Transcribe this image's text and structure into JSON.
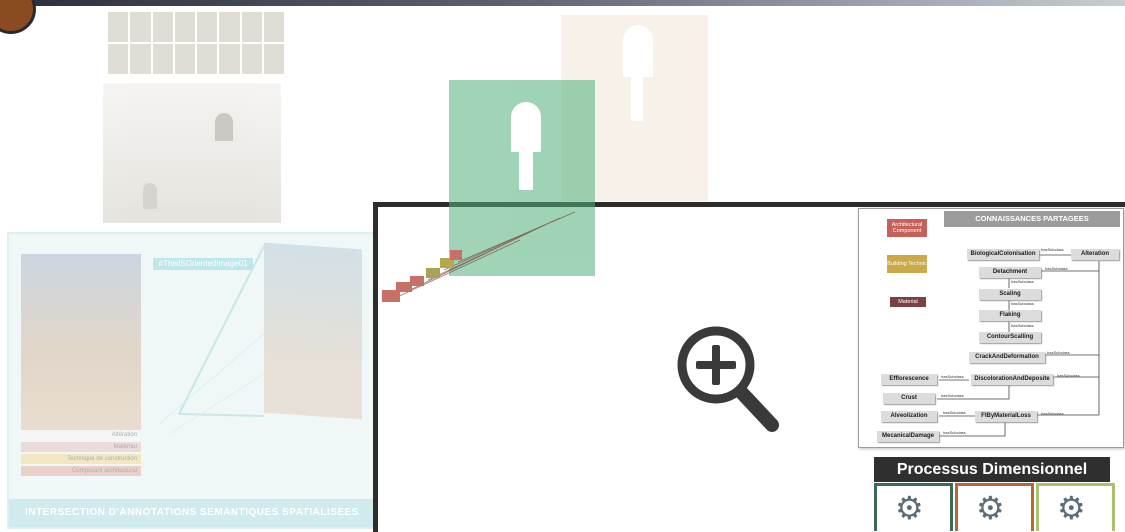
{
  "left_panel": {
    "chip_label": "#ThisISOrientedImage01",
    "legend_items": [
      "Altération",
      "Matériau",
      "Technique de construction",
      "Composant architectural"
    ],
    "footer": "INTERSECTION D'ANNOTATIONS SEMANTIQUES SPATIALISEES"
  },
  "ontology": {
    "title": "CONNAISSANCES PARTAGEES",
    "legend": [
      {
        "label": "Architectural Component",
        "color": "#c5615a"
      },
      {
        "label": "Building Technic",
        "color": "#c9a948"
      },
      {
        "label": "Material",
        "color": "#7a4140"
      }
    ],
    "nodes": {
      "alteration": "Alteration",
      "biological": "BiologicalColonisation",
      "detachment": "Detachment",
      "scaling": "Scaling",
      "flaking": "Flaking",
      "contour": "ContourScalling",
      "crack": "CrackAndDeformation",
      "discoloration": "DiscolorationAndDeposite",
      "efflorescence": "Efflorescence",
      "crust": "Crust",
      "fibymaterialloss": "FIByMaterialLoss",
      "alveolization": "Alveolization",
      "mecanical": "MecanicalDamage"
    },
    "edge_label": "hasSubclass"
  },
  "zoom_icon": "zoom-in-icon",
  "process": {
    "title": "Processus Dimensionnel",
    "gear_icon": "gear-icon",
    "border_colors": [
      "#3a6b55",
      "#b8653a",
      "#a8c070"
    ]
  }
}
